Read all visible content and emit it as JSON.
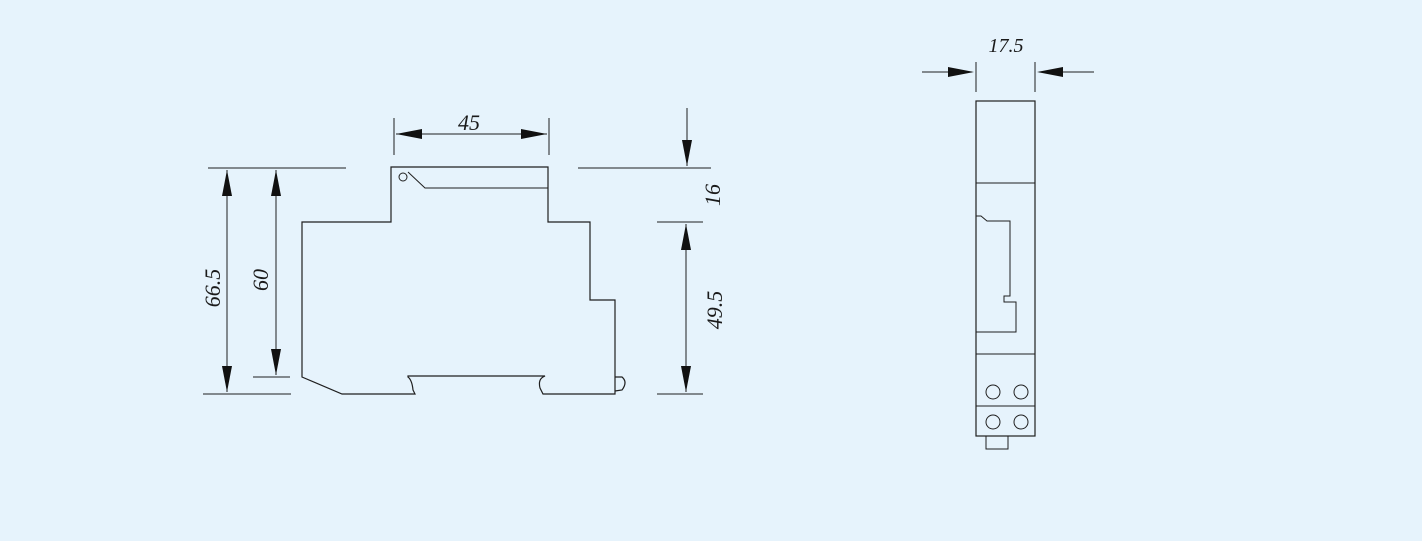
{
  "side_view": {
    "dimensions": {
      "total_height": "66.5",
      "body_height": "60",
      "top_width": "45",
      "top_step": "16",
      "rail_height": "49.5"
    }
  },
  "front_view": {
    "dimensions": {
      "module_width": "17.5"
    }
  },
  "colors": {
    "background": "#e6f3fc",
    "line": "#1f1f1f"
  }
}
